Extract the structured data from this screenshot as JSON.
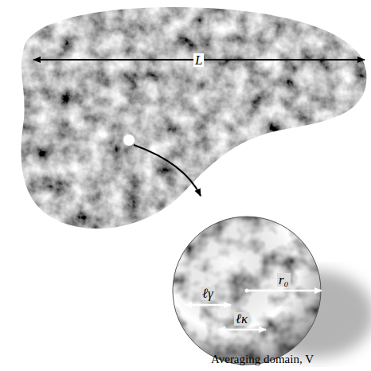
{
  "diagram": {
    "caption": "Averaging domain, V",
    "labels": [
      "L",
      "ℓγ",
      "ℓκ",
      "r₀"
    ]
  }
}
